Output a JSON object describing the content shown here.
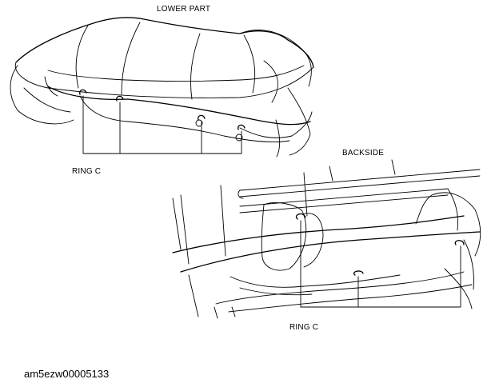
{
  "labels": {
    "lower_part": "LOWER PART",
    "ring_c_top": "RING C",
    "backside": "BACKSIDE",
    "ring_c_bottom": "RING C",
    "figure_code": "am5ezw00005133"
  }
}
